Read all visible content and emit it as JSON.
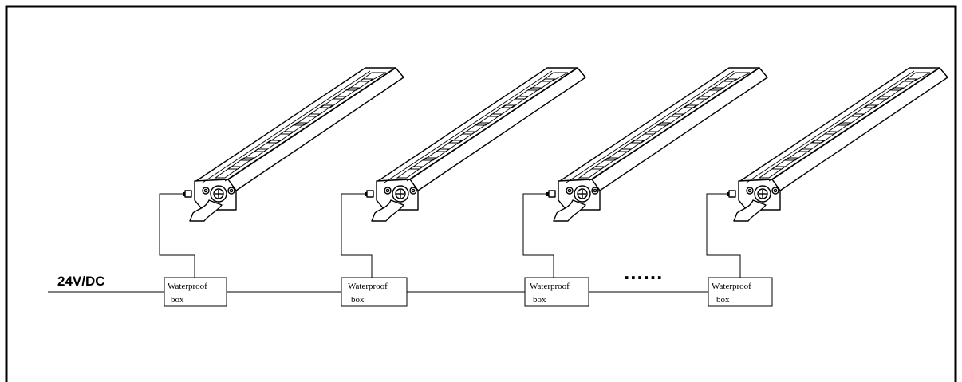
{
  "supply_label": "24V/DC",
  "boxes": [
    {
      "line1": "Waterproof",
      "line2": "box"
    },
    {
      "line1": "Waterproof",
      "line2": "box"
    },
    {
      "line1": "Waterproof",
      "line2": "box"
    },
    {
      "line1": "Waterproof",
      "line2": "box"
    }
  ],
  "ellipsis": "......",
  "fixtures": [
    {
      "icon": "led-bar-fixture-icon"
    },
    {
      "icon": "led-bar-fixture-icon"
    },
    {
      "icon": "led-bar-fixture-icon"
    },
    {
      "icon": "led-bar-fixture-icon"
    }
  ]
}
